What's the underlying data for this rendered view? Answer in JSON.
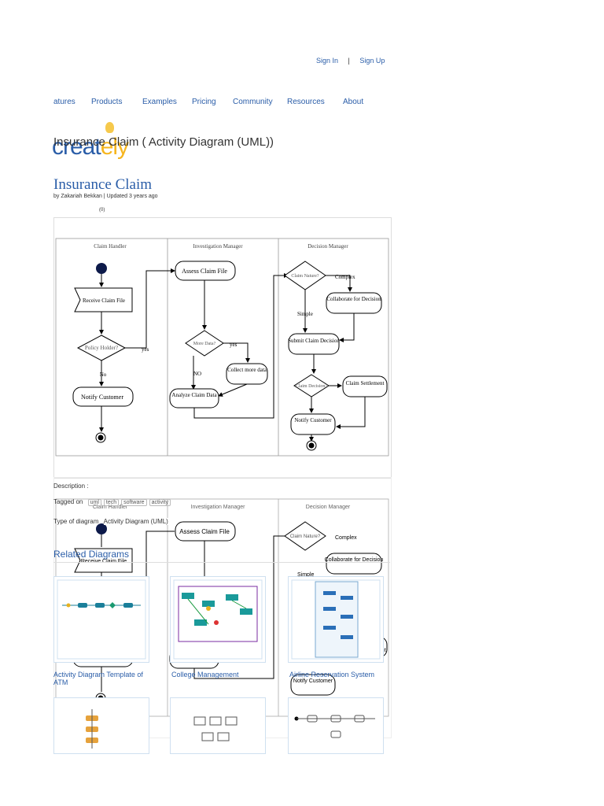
{
  "header": {
    "sign_in": "Sign In",
    "separator": "|",
    "sign_up": "Sign Up"
  },
  "nav": {
    "items": [
      "atures",
      "Products",
      "Examples",
      "Pricing",
      "Community",
      "Resources",
      "About"
    ]
  },
  "logo": {
    "text_a": "creat",
    "text_b": "ely"
  },
  "page_title": "Insurance Claim ( Activity Diagram (UML))",
  "doc": {
    "title": "Insurance Claim",
    "byline": "by Zakariah Bekkan | Updated 3 years ago",
    "rating": "(0)"
  },
  "diagram": {
    "lanes": [
      "Claim Handler",
      "Investigation Manager",
      "Decision Manager"
    ],
    "receive_claim": "Receive Claim File",
    "policy_holder": "Policy Holder?",
    "yes": "yes",
    "no": "No",
    "notify_customer": "Notify Customer",
    "assess_claim": "Assess Claim File",
    "more_data": "More Data?",
    "yes2": "yes",
    "no2": "NO",
    "collect_more": "Collect more data",
    "analyze_claim": "Analyze Claim Data",
    "claim_nature": "Claim Nature?",
    "complex": "Complex",
    "simple": "Simple",
    "collaborate": "Collaborate for Decision",
    "submit_decision": "Submit Claim Decision",
    "claim_decision": "Claim Decision?",
    "claim_settlement": "Claim Settlement",
    "notify_customer2": "Notify Customer"
  },
  "description": {
    "label": "Description :",
    "tagged_label": "Tagged on",
    "tags": [
      "uml",
      "tech",
      "software",
      "activity"
    ],
    "type_label": "Type of diagram",
    "type_value": "Activity Diagram (UML)"
  },
  "related": {
    "title": "Related Diagrams",
    "items": [
      {
        "title": "Activity Diagram Template of ATM"
      },
      {
        "title": "College Management"
      },
      {
        "title": "Airline Reservation System"
      }
    ]
  },
  "colors": {
    "brand_blue": "#2a5da8",
    "logo_yellow": "#f6b51e",
    "start_node": "#0d1a4a"
  }
}
